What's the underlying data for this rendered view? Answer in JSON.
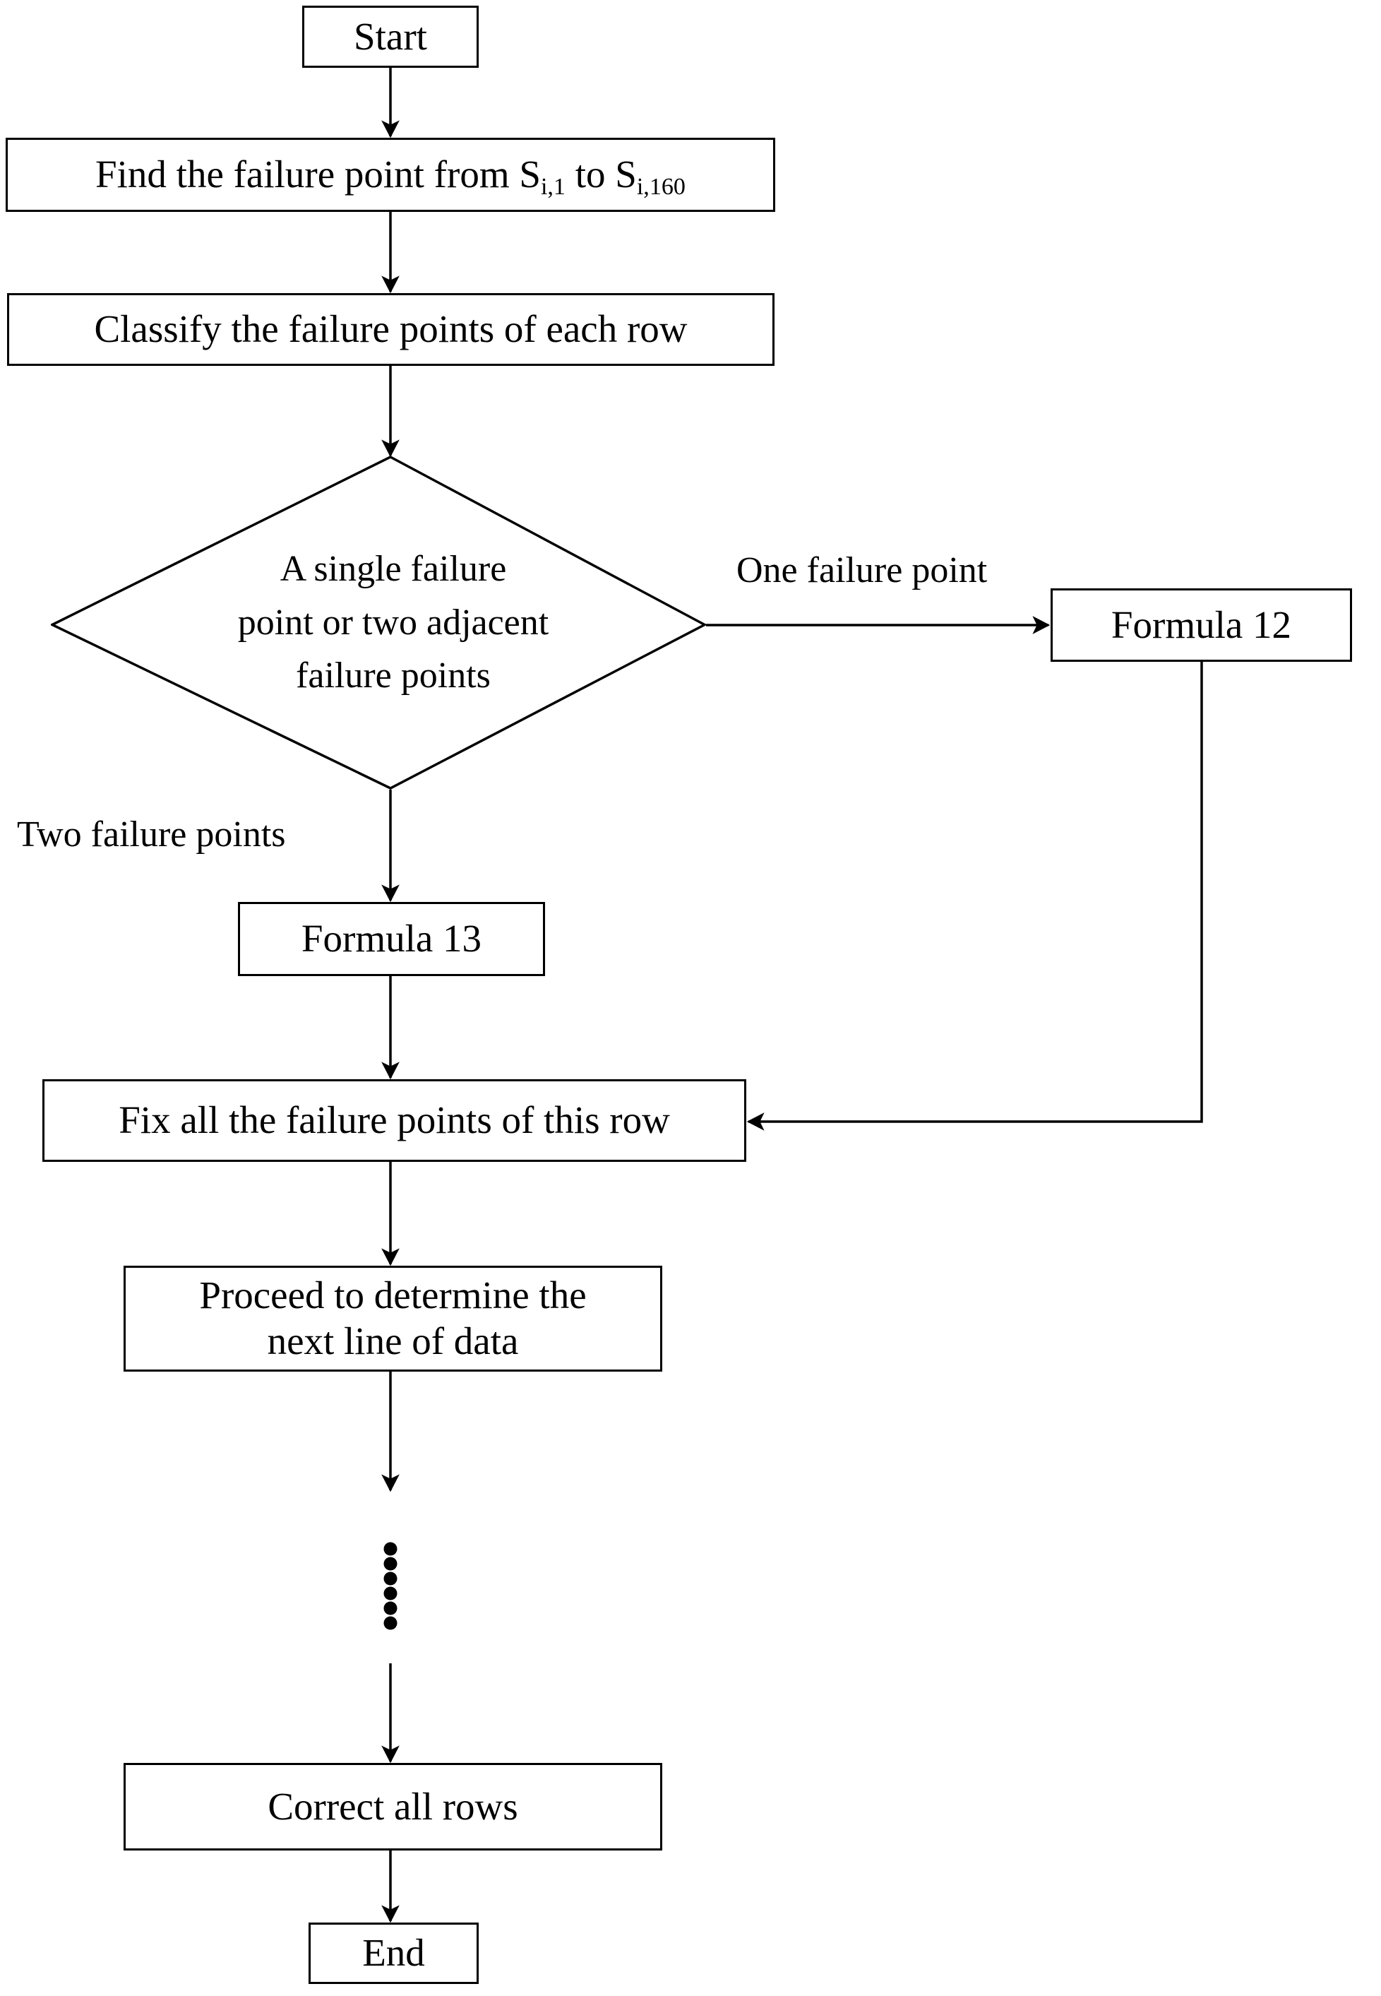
{
  "diagram": {
    "type": "flowchart",
    "title": "Failure point correction flowchart",
    "orientation": "top-to-bottom",
    "background_color": "#ffffff",
    "line_color": "#000000",
    "text_color": "#000000",
    "nodes": [
      {
        "id": "start",
        "shape": "rectangle",
        "label": "Start"
      },
      {
        "id": "find",
        "shape": "rectangle",
        "label_pre": "Find the failure point from S",
        "sub1": "i,1",
        "label_mid": " to S",
        "sub2": "i,160",
        "label": "Find the failure point from S(i,1) to S(i,160)"
      },
      {
        "id": "classify",
        "shape": "rectangle",
        "label": "Classify the failure points of each row"
      },
      {
        "id": "decision",
        "shape": "diamond",
        "label": "A single failure\npoint or two adjacent\nfailure points"
      },
      {
        "id": "formula12",
        "shape": "rectangle",
        "label": "Formula 12"
      },
      {
        "id": "formula13",
        "shape": "rectangle",
        "label": "Formula 13"
      },
      {
        "id": "fixrow",
        "shape": "rectangle",
        "label": "Fix all the failure points of this row"
      },
      {
        "id": "proceed",
        "shape": "rectangle",
        "label": "Proceed to determine the\nnext line of data"
      },
      {
        "id": "ellipsis",
        "shape": "vertical-dots",
        "label": "",
        "dot_count": 6
      },
      {
        "id": "correct",
        "shape": "rectangle",
        "label": "Correct all rows"
      },
      {
        "id": "end",
        "shape": "rectangle",
        "label": "End"
      }
    ],
    "edges": [
      {
        "from": "start",
        "to": "find",
        "label": ""
      },
      {
        "from": "find",
        "to": "classify",
        "label": ""
      },
      {
        "from": "classify",
        "to": "decision",
        "label": ""
      },
      {
        "from": "decision",
        "to": "formula12",
        "label": "One failure point"
      },
      {
        "from": "decision",
        "to": "formula13",
        "label": "Two failure points"
      },
      {
        "from": "formula13",
        "to": "fixrow",
        "label": ""
      },
      {
        "from": "formula12",
        "to": "fixrow",
        "label": ""
      },
      {
        "from": "fixrow",
        "to": "proceed",
        "label": ""
      },
      {
        "from": "proceed",
        "to": "ellipsis",
        "label": ""
      },
      {
        "from": "ellipsis",
        "to": "correct",
        "label": ""
      },
      {
        "from": "correct",
        "to": "end",
        "label": ""
      }
    ],
    "edge_labels": {
      "one_failure_point": "One failure point",
      "two_failure_points": "Two failure points"
    }
  }
}
